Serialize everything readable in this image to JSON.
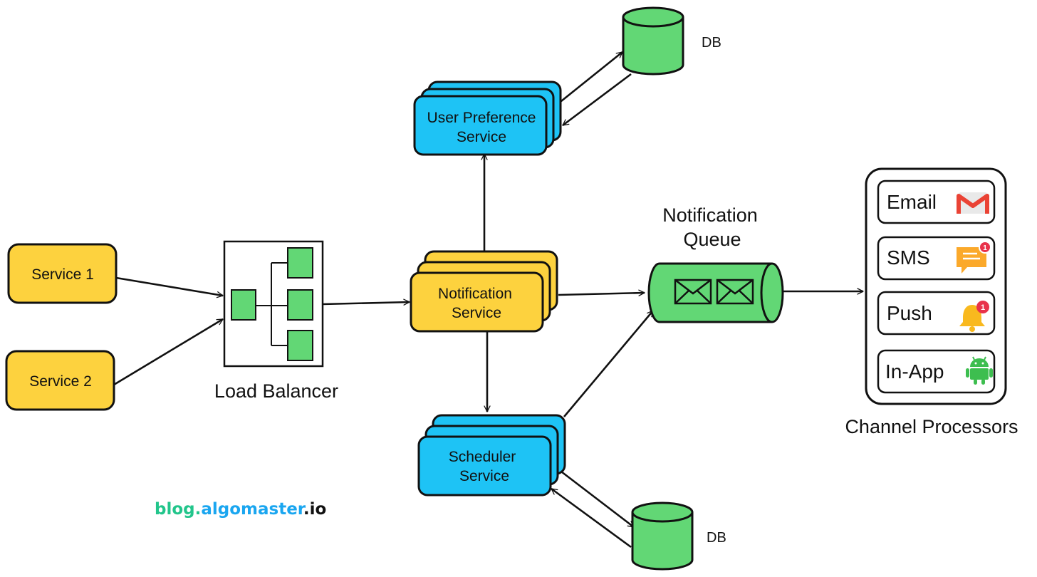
{
  "services": {
    "service1": "Service 1",
    "service2": "Service 2"
  },
  "load_balancer": {
    "label": "Load Balancer"
  },
  "notification_service": {
    "line1": "Notification",
    "line2": "Service"
  },
  "user_preference_service": {
    "line1": "User Preference",
    "line2": "Service"
  },
  "scheduler_service": {
    "line1": "Scheduler",
    "line2": "Service"
  },
  "databases": {
    "top": "DB",
    "bottom": "DB"
  },
  "queue": {
    "line1": "Notification",
    "line2": "Queue"
  },
  "channel_processors": {
    "title": "Channel Processors",
    "channels": [
      {
        "label": "Email",
        "icon": "gmail-icon"
      },
      {
        "label": "SMS",
        "icon": "sms-chat-icon",
        "badge": "1"
      },
      {
        "label": "Push",
        "icon": "bell-icon",
        "badge": "1"
      },
      {
        "label": "In-App",
        "icon": "android-icon"
      }
    ]
  },
  "watermark": {
    "part1": "blog.",
    "part2": "algomaster",
    "part3": ".io"
  },
  "colors": {
    "yellow": "#FDD23E",
    "blue": "#1EC3F5",
    "green": "#62D775",
    "watermark_green": "#22C58B",
    "watermark_blue": "#1AA6F0",
    "gmail_red": "#EA4335",
    "sms_orange": "#FBA92B",
    "bell_yellow": "#F9B91E",
    "badge_red": "#E8324A",
    "android_green": "#3DBE4F"
  }
}
